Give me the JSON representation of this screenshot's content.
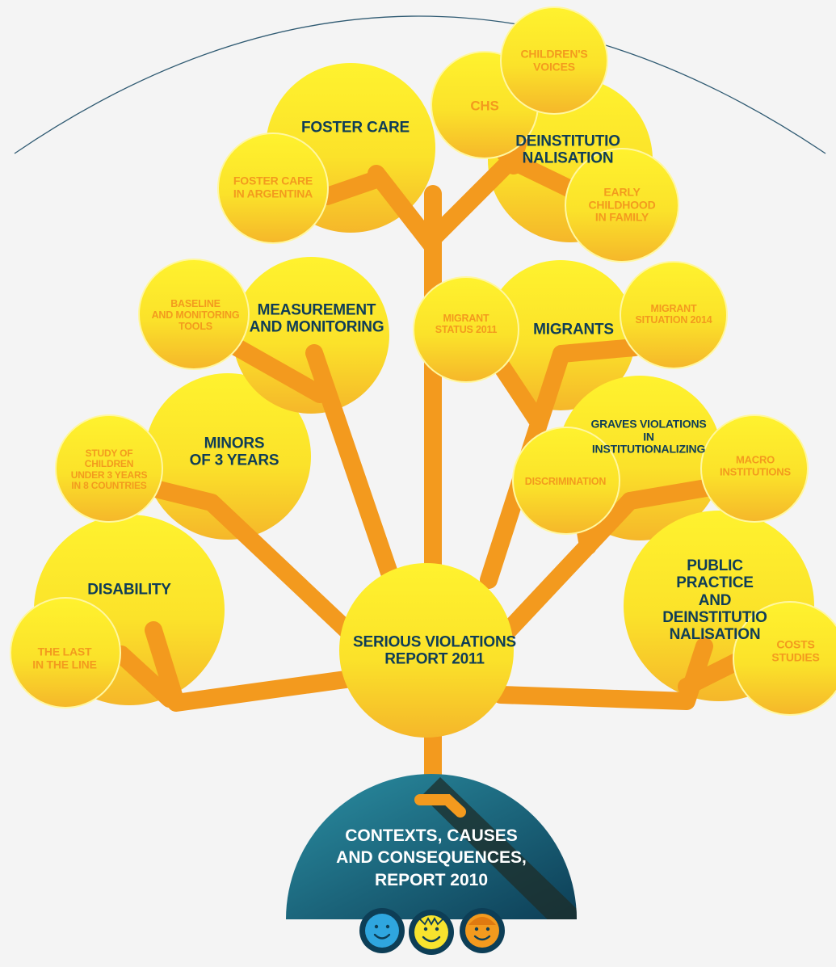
{
  "colors": {
    "background": "#f4f4f4",
    "bubble_light": "#fff22e",
    "bubble_mid": "#fbe22a",
    "bubble_dark": "#f5b72a",
    "branch": "#f39a1e",
    "main_text": "#0f3d57",
    "sub_text": "#f39a1e",
    "root_light": "#2b8fa3",
    "root_dark": "#0d3e56",
    "arc": "#2f5a72"
  },
  "root": {
    "label": "CONTEXTS, CAUSES\nAND CONSEQUENCES,\nREPORT 2010"
  },
  "center": {
    "label": "SERIOUS VIOLATIONS\nREPORT 2011"
  },
  "branches": {
    "disability": {
      "label": "DISABILITY",
      "sub": "THE LAST\nIN THE LINE"
    },
    "minors": {
      "label": "MINORS\nOF 3 YEARS",
      "sub": "STUDY OF\nCHILDREN\nUNDER 3 YEARS\nIN 8 COUNTRIES"
    },
    "measurement": {
      "label": "MEASUREMENT\nAND MONITORING",
      "sub": "BASELINE\nAND MONITORING\nTOOLS"
    },
    "foster": {
      "label": "FOSTER CARE",
      "sub": "FOSTER CARE\nIN ARGENTINA"
    },
    "deinst": {
      "label": "DEINSTITUTIO\nNALISATION",
      "sub_chs": "CHS",
      "sub_voices": "CHILDREN'S\nVOICES",
      "sub_early": "EARLY\nCHILDHOOD\nIN FAMILY"
    },
    "migrants": {
      "label": "MIGRANTS",
      "sub_2011": "MIGRANT\nSTATUS 2011",
      "sub_2014": "MIGRANT\nSITUATION 2014"
    },
    "graves": {
      "label": "GRAVES VIOLATIONS\nIN\nINSTITUTIONALIZING",
      "sub_disc": "DISCRIMINATION",
      "sub_macro": "MACRO\nINSTITUTIONS"
    },
    "public": {
      "label": "PUBLIC PRACTICE\nAND\nDEINSTITUTIO\nNALISATION",
      "sub": "COSTS\nSTUDIES"
    }
  },
  "icons": [
    "blue-child-face-icon",
    "yellow-child-face-icon",
    "orange-child-face-icon"
  ]
}
